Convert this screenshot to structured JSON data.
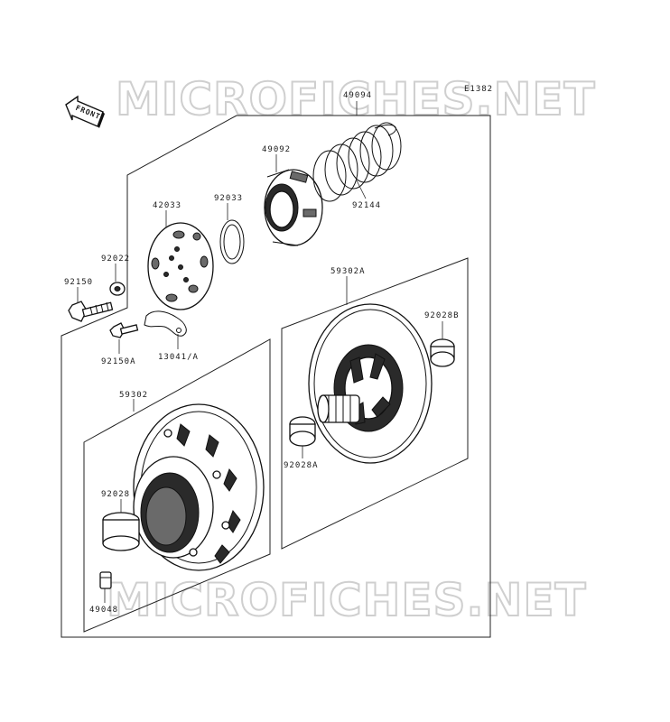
{
  "watermark": {
    "top": "MICROFICHES.NET",
    "bottom": "MICROFICHES.NET"
  },
  "diagram_code": "E1382",
  "front_label": "FRONT",
  "labels": {
    "p49094": "49094",
    "p49092": "49092",
    "p92144": "92144",
    "p42033": "42033",
    "p92033": "92033",
    "p92022": "92022",
    "p92150": "92150",
    "p92150A": "92150A",
    "p13041A": "13041/A",
    "p59302A": "59302A",
    "p92028B": "92028B",
    "p92028A": "92028A",
    "p59302": "59302",
    "p92028": "92028",
    "p49048": "49048"
  }
}
